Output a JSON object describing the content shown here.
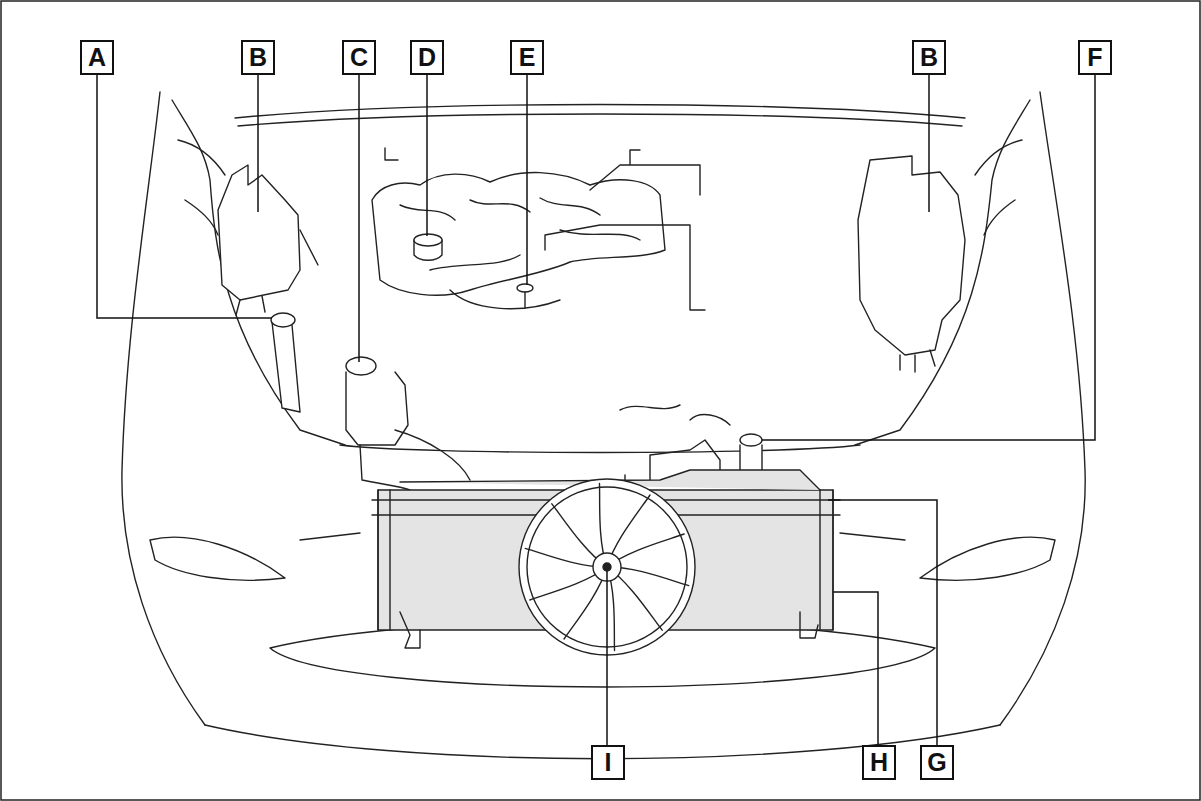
{
  "diagram": {
    "nodes": [
      {
        "text": [
          "A"
        ]
      },
      {
        "text": [
          "B"
        ]
      },
      {
        "text": [
          "C"
        ]
      },
      {
        "text": [
          "D"
        ]
      },
      {
        "text": [
          "E"
        ]
      },
      {
        "text": [
          "B"
        ]
      },
      {
        "text": [
          "F"
        ]
      },
      {
        "text": [
          "I"
        ]
      },
      {
        "text": [
          "H"
        ]
      },
      {
        "text": [
          "G"
        ]
      }
    ]
  }
}
